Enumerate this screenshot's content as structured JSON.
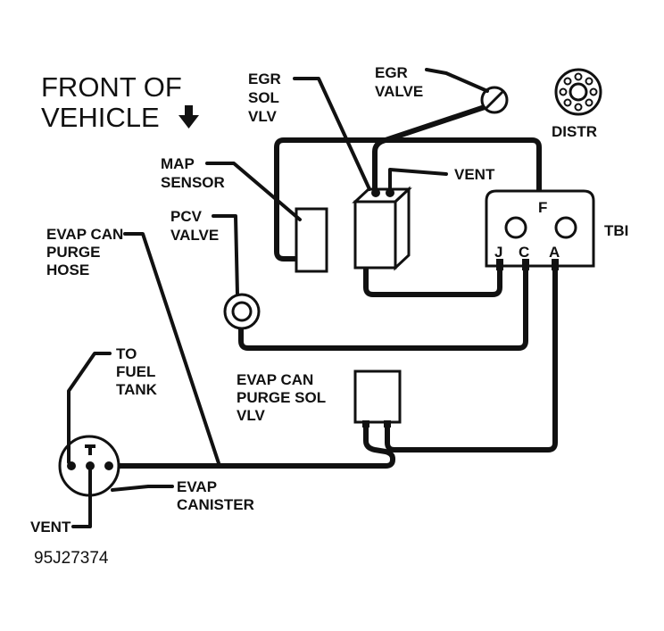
{
  "front": {
    "line1": "FRONT OF",
    "line2": "VEHICLE"
  },
  "labels": {
    "egr_sol_vlv": [
      "EGR",
      "SOL",
      "VLV"
    ],
    "egr_valve": [
      "EGR",
      "VALVE"
    ],
    "distr": "DISTR",
    "map_sensor": [
      "MAP",
      "SENSOR"
    ],
    "vent_top": "VENT",
    "pcv_valve": [
      "PCV",
      "VALVE"
    ],
    "tbi": "TBI",
    "tbi_ports": {
      "f": "F",
      "j": "J",
      "c": "C",
      "a": "A"
    },
    "evap_purge_hose": [
      "EVAP CAN",
      "PURGE",
      "HOSE"
    ],
    "to_fuel_tank": [
      "TO",
      "FUEL",
      "TANK"
    ],
    "evap_purge_sol": [
      "EVAP CAN",
      "PURGE SOL",
      "VLV"
    ],
    "evap_canister": [
      "EVAP",
      "CANISTER"
    ],
    "vent_bottom": "VENT"
  },
  "figure_code": "95J27374",
  "icons": {
    "front_arrow": "down-arrow-icon"
  }
}
